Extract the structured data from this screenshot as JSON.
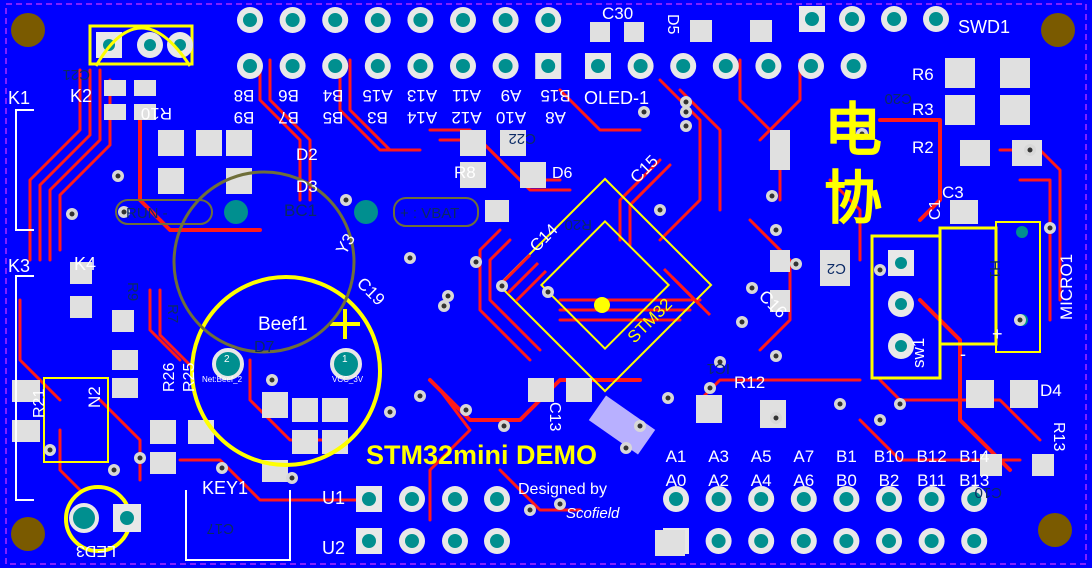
{
  "colors": {
    "copper_plane": "#0000ff",
    "trace_top": "#ff1a1a",
    "silk_top": "#ffff00",
    "silk_white": "#ffffff",
    "pad": "#e8e8e8",
    "pad_hole": "#008f8f",
    "mount_hole": "#7a5a00",
    "board_edge": "#ff40ff"
  },
  "titles": {
    "main": "STM32mini DEMO",
    "designed_by": "Designed by",
    "author": "Scofield",
    "chinese_logo_1": "电",
    "chinese_logo_2": "协"
  },
  "labels": {
    "swd1": "SWD1",
    "c30": "C30",
    "d5": "D5",
    "oled": "OLED-1",
    "k1": "K1",
    "k2": "K2",
    "k3": "K3",
    "k4": "K4",
    "c21": "C21",
    "r10": "R10",
    "r6": "R6",
    "r3": "R3",
    "r2": "R2",
    "c3": "C3",
    "c1": "C1",
    "c20": "C20",
    "d2": "D2",
    "d3": "D3",
    "bc1": "BC1",
    "r8": "R8",
    "d6": "D6",
    "c15": "C15",
    "c22": "C22",
    "vbat": "+ : VBAT",
    "run": "RUN -",
    "y3": "Y3",
    "c14": "C14",
    "c19": "C19",
    "r20": "R20",
    "stm32": "STM32",
    "beef1": "Beef1",
    "beef_pin2": "2",
    "beef_pin1": "1",
    "beef_pin2_net": "Net:Beef_2",
    "beef_pin1_net": "VCC_3V",
    "d7": "D7",
    "c16": "C16",
    "c2": "C2",
    "r12": "R12",
    "ic1": "IC1",
    "c13": "C13",
    "sw1": "sw1",
    "micro1": "MICRO1",
    "d4": "D4",
    "r13": "R13",
    "c10": "C10",
    "r21": "R21",
    "n2": "N2",
    "r26": "R26",
    "r25": "R25",
    "r9": "R9",
    "r7": "R7",
    "key1": "KEY1",
    "u1": "U1",
    "u2": "U2",
    "c17": "C17",
    "led3": "LED3",
    "pin_plus": "+",
    "pin_minus": "-",
    "h1": "H1"
  },
  "header_top": {
    "row1": [
      "B8",
      "B6",
      "B4",
      "A15",
      "A13",
      "A11",
      "A9",
      "B15"
    ],
    "row2": [
      "B9",
      "B7",
      "B5",
      "B3",
      "A14",
      "A12",
      "A10",
      "A8"
    ]
  },
  "header_bottom": {
    "row1": [
      "A1",
      "A3",
      "A5",
      "A7",
      "B1",
      "B10",
      "B12",
      "B14"
    ],
    "row2": [
      "A0",
      "A2",
      "A4",
      "A6",
      "B0",
      "B2",
      "B11",
      "B13"
    ]
  }
}
